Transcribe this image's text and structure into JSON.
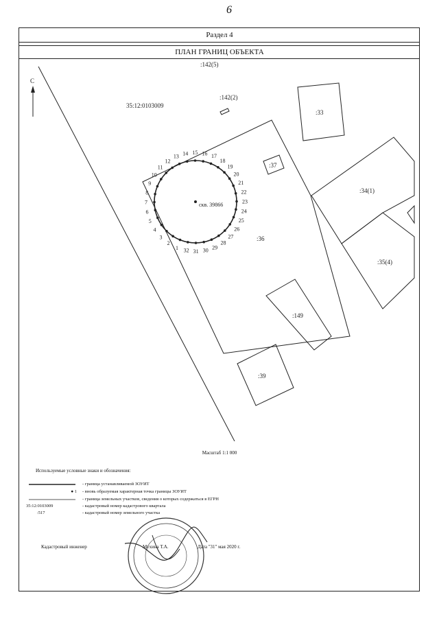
{
  "page_number": "6",
  "header": {
    "section": "Раздел 4",
    "plan_title": "ПЛАН ГРАНИЦ ОБЪЕКТА"
  },
  "map": {
    "north_label": "С",
    "quarter_number": "35:12:0103009",
    "well_label": "скв. 39866",
    "parcels": [
      ":142(5)",
      ":142(2)",
      ":33",
      ":37",
      ":34(1)",
      ":36",
      ":35(4)",
      ":149",
      ":39"
    ],
    "point_numbers": [
      "1",
      "2",
      "3",
      "4",
      "5",
      "6",
      "7",
      "8",
      "9",
      "10",
      "11",
      "12",
      "13",
      "14",
      "15",
      "16",
      "17",
      "18",
      "19",
      "20",
      "21",
      "22",
      "23",
      "24",
      "25",
      "26",
      "27",
      "28",
      "29",
      "30",
      "31",
      "32"
    ]
  },
  "scale": "Масштаб 1:1 000",
  "legend": {
    "title": "Используемые условные знаки и обозначения:",
    "items": [
      {
        "symbol": "",
        "text": "- граница устанавливаемой ЗОУИТ"
      },
      {
        "symbol": "● 1",
        "text": "- вновь образуемая характерная точка границы ЗОУИТ"
      },
      {
        "symbol": "",
        "text": "- граница земельных участков, сведения о которых содержаться в ЕГРН"
      },
      {
        "symbol": "35:12:0103009",
        "text": "- кадастровый номер кадастрового квартала"
      },
      {
        "symbol": ":517",
        "text": "- кадастровый номер земельного участка"
      }
    ]
  },
  "signature": {
    "label": "Кадастровый инженер",
    "name": "Мухина Т.А.",
    "date": "Дата \"31\" мая 2020 г."
  }
}
